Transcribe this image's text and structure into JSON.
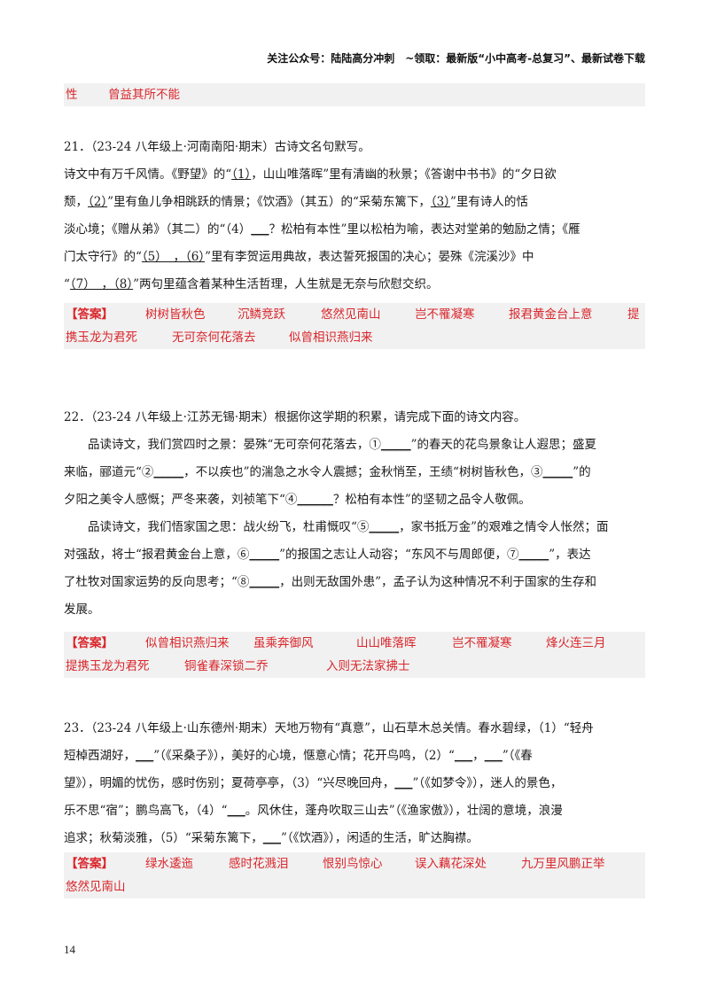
{
  "header": {
    "text": "关注公众号：陆陆高分冲刺　~领取：最新版“小中高考-总复习”、最新试卷下载"
  },
  "prev_answer": {
    "items": [
      "性",
      "曾益其所不能"
    ]
  },
  "q21": {
    "stem": "21．（23-24 八年级上·河南南阳·期末）古诗文名句默写。",
    "lines": [
      [
        "诗文中有万千风情。《野望》的“",
        "（1）",
        "，山山唯落晖”里有清幽的秋景；《答谢中书书》的“夕日欲"
      ],
      [
        "颓，",
        "（2）",
        "”里有鱼儿争相跳跃的情景；《饮酒》（其五）的“采菊东篱下，",
        "（3）",
        "”里有诗人的恬"
      ],
      [
        "淡心境；《赠从弟》（其二）的“（4）",
        "___",
        "？松柏有本性”里以松柏为喻，表达对堂弟的勉励之情；《雁"
      ],
      [
        "门太守行》的“",
        "（5）　，（6）",
        "”里有李贺运用典故，表达誓死报国的决心；晏殊《浣溪沙》中"
      ],
      [
        "“",
        "（7）　，（8）",
        "”两句里蕴含着某种生活哲理，人生就是无奈与欣慰交织。"
      ]
    ]
  },
  "a21": {
    "label": "【答案】",
    "line1": [
      "树树皆秋色",
      "沉鳞竞跃",
      "悠然见南山",
      "岂不罹凝寒",
      "报君黄金台上意",
      "提"
    ],
    "line2": [
      "携玉龙为君死",
      "无可奈何花落去",
      "似曾相识燕归来"
    ]
  },
  "q22": {
    "stem": "22．（23-24 八年级上·江苏无锡·期末）根据你这学期的积累，请完成下面的诗文内容。",
    "para1": [
      [
        "品读诗文，我们赏四时之景：晏殊“无可奈何花落去，①",
        "_____",
        "”的春天的花鸟景象让人遐思；盛夏"
      ],
      [
        "来临，郦道元“②",
        "_____",
        "，不以疾也”的湍急之水令人震撼；金秋悄至，王绩“树树皆秋色，③",
        "_____",
        "”的"
      ],
      [
        "夕阳之美令人感慨；严冬来袭，刘祯笔下“④",
        "______",
        "？松柏有本性”的坚韧之品令人敬佩。"
      ]
    ],
    "para2": [
      [
        "品读诗文，我们悟家国之思：战火纷飞，杜甫慨叹“⑤",
        "_____",
        "，家书抵万金”的艰难之情令人怅然；面"
      ],
      [
        "对强敌，将士“报君黄金台上意，⑥",
        "_____",
        "”的报国之志让人动容；“东风不与周郎便，⑦",
        "_____",
        "”，表达"
      ],
      [
        "了杜牧对国家运势的反向思考；“⑧",
        "_____",
        "，出则无敌国外患”，孟子认为这种情况不利于国家的生存和"
      ],
      [
        "发展。"
      ]
    ]
  },
  "a22": {
    "label": "【答案】",
    "line1": [
      "似曾相识燕归来",
      "虽乘奔御风",
      "山山唯落晖",
      "岂不罹凝寒",
      "烽火连三月"
    ],
    "line2": [
      "提携玉龙为君死",
      "铜雀春深锁二乔",
      "入则无法家拂士"
    ]
  },
  "q23": {
    "lines": [
      [
        "23．（23-24 八年级上·山东德州·期末）天地万物有“真意”，山石草木总关情。春水碧绿，（1）“轻舟"
      ],
      [
        "短棹西湖好，",
        "___",
        "”（《采桑子》），美好的心境，惬意心情；花开鸟鸣，（2）“",
        "___",
        "，",
        "___",
        "”（《春"
      ],
      [
        "望》），明媚的忧伤，感时伤别；夏荷亭亭，（3）“兴尽晚回舟，",
        "___",
        "”（《如梦令》），迷人的景色，"
      ],
      [
        "乐不思“宿”；鹏鸟高飞，（4）“",
        "___",
        "。风休住，蓬舟吹取三山去”（《渔家傲》），壮阔的意境，浪漫"
      ],
      [
        "追求；秋菊淡雅，（5）“采菊东篱下，",
        "___",
        "”（《饮酒》），闲适的生活，旷达胸襟。"
      ]
    ]
  },
  "a23": {
    "label": "【答案】",
    "line1": [
      "绿水逶迤",
      "感时花溅泪",
      "恨别鸟惊心",
      "误入藕花深处",
      "九万里风鹏正举"
    ],
    "line2": [
      "悠然见南山"
    ]
  },
  "page_number": "14"
}
